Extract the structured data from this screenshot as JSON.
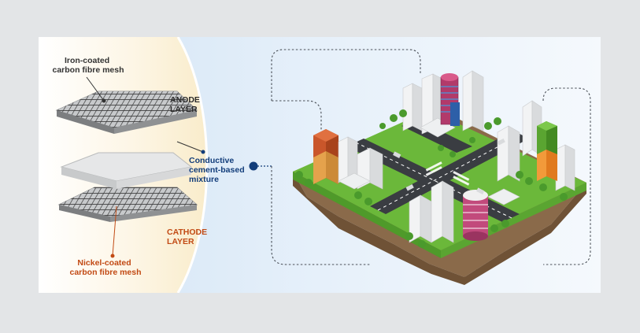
{
  "diagram": {
    "labels": {
      "iron_mesh": [
        "Iron-coated",
        "carbon fibre mesh"
      ],
      "anode": [
        "ANODE",
        "LAYER"
      ],
      "conductive": [
        "Conductive",
        "cement-based",
        "mixture"
      ],
      "cathode": [
        "CATHODE",
        "LAYER"
      ],
      "nickel_mesh": [
        "Nickel-coated",
        "carbon fibre mesh"
      ]
    },
    "colors": {
      "panel": "#ffffff",
      "background": "#e3e5e7",
      "cream": "#fbf0d8",
      "sky": "#dbe9f6",
      "dark_label": "#333333",
      "navy": "#123d7a",
      "orange": "#c24a14",
      "grass": "#6bb83a",
      "soil": "#8a6a4a",
      "road": "#3a3d42"
    }
  }
}
